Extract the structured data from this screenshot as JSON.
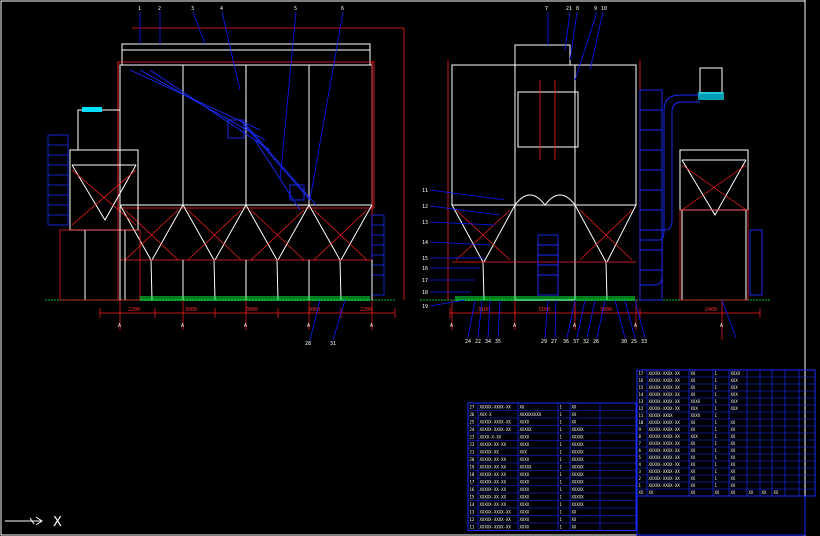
{
  "colors": {
    "background": "#000000",
    "structure": "#ffffff",
    "dimension": "#ff2020",
    "callout": "#0a1aff",
    "hatch": "#1a2cff",
    "green": "#00ff40",
    "cyan": "#00e0ff",
    "yellow": "#ffff00"
  },
  "drawing": {
    "axis_marker": "X",
    "left_view_callouts": [
      "1",
      "2",
      "3",
      "4",
      "5",
      "6"
    ],
    "right_view_callouts": [
      "7",
      "21",
      "8",
      "9",
      "10"
    ],
    "bottom_callouts_left": [
      "28",
      "31"
    ],
    "bottom_callouts_right": [
      "24",
      "22",
      "34",
      "35",
      "29",
      "27",
      "36",
      "37",
      "32",
      "26",
      "30",
      "25",
      "33"
    ],
    "side_callouts_right": [
      "11",
      "12",
      "13",
      "14",
      "15",
      "16",
      "17",
      "18",
      "19"
    ],
    "dim_left": [
      "2200",
      "3000",
      "3000",
      "3000",
      "2200"
    ],
    "dim_right": [
      "3100",
      "3100",
      "3000",
      "2400"
    ],
    "axis_ticks": [
      "A",
      "A",
      "A",
      "A",
      "A",
      "A",
      "A",
      "A",
      "A",
      "A"
    ]
  },
  "bom_left": {
    "rows": [
      [
        "27",
        "XXXXX-XXXX-XX",
        "XX",
        "1",
        "XX"
      ],
      [
        "26",
        "XXX-X",
        "XXXXXXXXX",
        "1",
        "XX"
      ],
      [
        "25",
        "XXXXX-XXXX-XX",
        "XXXX",
        "1",
        "XX"
      ],
      [
        "24",
        "XXXXX-XXXX-XX",
        "XXXXX",
        "1",
        "XXXXX"
      ],
      [
        "23",
        "XXXX-X-XX",
        "XXXX",
        "1",
        "XXXXX"
      ],
      [
        "22",
        "XXXXX-XX-XX",
        "XXXX",
        "1",
        "XXXXX"
      ],
      [
        "21",
        "XXXXX-XX",
        "XXX",
        "1",
        "XXXXX"
      ],
      [
        "20",
        "XXXXX-XX-XX",
        "XXXX",
        "1",
        "XXXXX"
      ],
      [
        "19",
        "XXXXX-XX-XX",
        "XXXXX",
        "1",
        "XXXXX"
      ],
      [
        "18",
        "XXXXX-XX-XX",
        "XXXX",
        "1",
        "XXXXX"
      ],
      [
        "17",
        "XXXXX-XX-XX",
        "XXXX",
        "1",
        "XXXXX"
      ],
      [
        "16",
        "XXXXX-XX-XX",
        "XXXX",
        "1",
        "XXXXX"
      ],
      [
        "15",
        "XXXXX-XX-XX",
        "XXXX",
        "1",
        "XXXXX"
      ],
      [
        "14",
        "XXXXX-XX-XX",
        "XXXX",
        "1",
        "XXXXX"
      ],
      [
        "13",
        "XXXXX-XXXX-XX",
        "XXXX",
        "1",
        "XX"
      ],
      [
        "12",
        "XXXXX-XXXX-XX",
        "XXXX",
        "1",
        "XX"
      ],
      [
        "11",
        "XXXXX-XXXX-XX",
        "XXXX",
        "1",
        "XX"
      ]
    ]
  },
  "bom_right": {
    "rows": [
      [
        "17",
        "XXXXX-XXXX-XX",
        "XX",
        "1",
        "XXXX"
      ],
      [
        "16",
        "XXXXX-XXXX-XX",
        "XX",
        "1",
        "XXX"
      ],
      [
        "15",
        "XXXXX-XXXX-XX",
        "XX",
        "1",
        "XXX"
      ],
      [
        "14",
        "XXXXX-XXXX-XX",
        "XX",
        "1",
        "XXX"
      ],
      [
        "13",
        "XXXXX-XXXX-XX",
        "XXXX",
        "1",
        "XXX"
      ],
      [
        "12",
        "XXXXX-XXXX-XX",
        "XXX",
        "1",
        "XXX"
      ],
      [
        "11",
        "XXXXX-XXXX",
        "XXXX",
        "1",
        ""
      ],
      [
        "10",
        "XXXXX-XXXX-XX",
        "XX",
        "1",
        "XX"
      ],
      [
        "9",
        "XXXXX-XXXX-XX",
        "XX",
        "1",
        "XX"
      ],
      [
        "8",
        "XXXXX-XXXX-XX",
        "XXX",
        "1",
        "XX"
      ],
      [
        "7",
        "XXXXX-XXXX-XX",
        "XX",
        "1",
        "XX"
      ],
      [
        "6",
        "XXXXX-XXXX-XX",
        "XX",
        "1",
        "XX"
      ],
      [
        "5",
        "XXXXX-XXXX-XX",
        "XX",
        "1",
        "XX"
      ],
      [
        "4",
        "XXXXX-XXXX-XX",
        "XX",
        "1",
        "XX"
      ],
      [
        "3",
        "XXXXX-XXXX-XX",
        "XX",
        "1",
        "XX"
      ],
      [
        "2",
        "XXXXX-XXXX-XX",
        "XX",
        "1",
        "XX"
      ],
      [
        "1",
        "XXXXX-XXXX-XX",
        "XX",
        "1",
        "XX"
      ]
    ],
    "header": [
      "XX",
      "XX",
      "XX",
      "XX",
      "XX",
      "XX",
      "XX",
      "XX"
    ]
  }
}
